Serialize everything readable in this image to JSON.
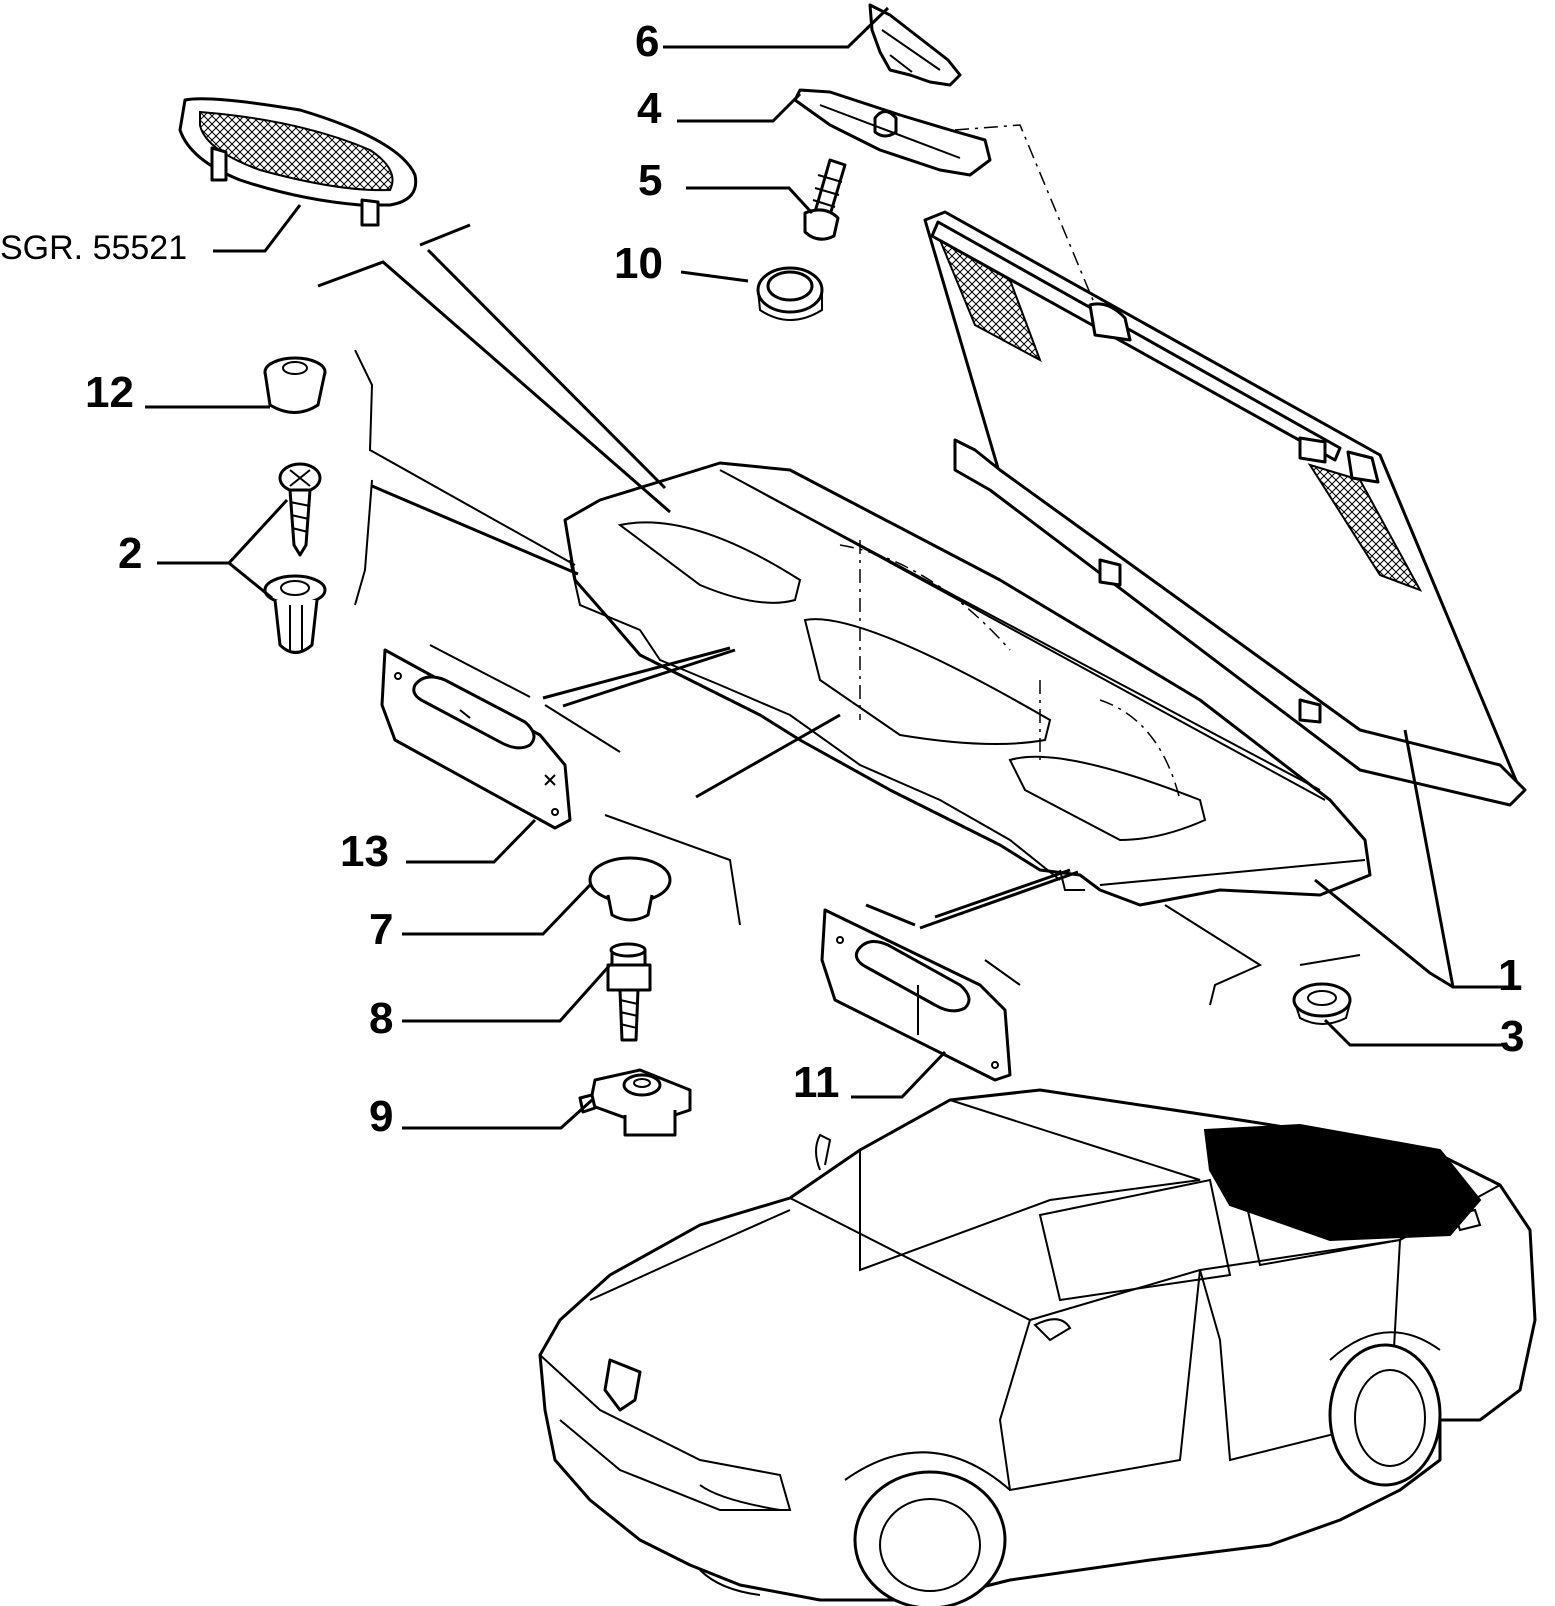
{
  "diagram": {
    "callouts": {
      "c1": "1",
      "c2": "2",
      "c3": "3",
      "c4": "4",
      "c5": "5",
      "c6": "6",
      "c7": "7",
      "c8": "8",
      "c9": "9",
      "c10": "10",
      "c11": "11",
      "c12": "12",
      "c13": "13"
    },
    "reference": "SGR. 55521"
  },
  "colors": {
    "ink": "#000000",
    "paper": "#ffffff"
  }
}
